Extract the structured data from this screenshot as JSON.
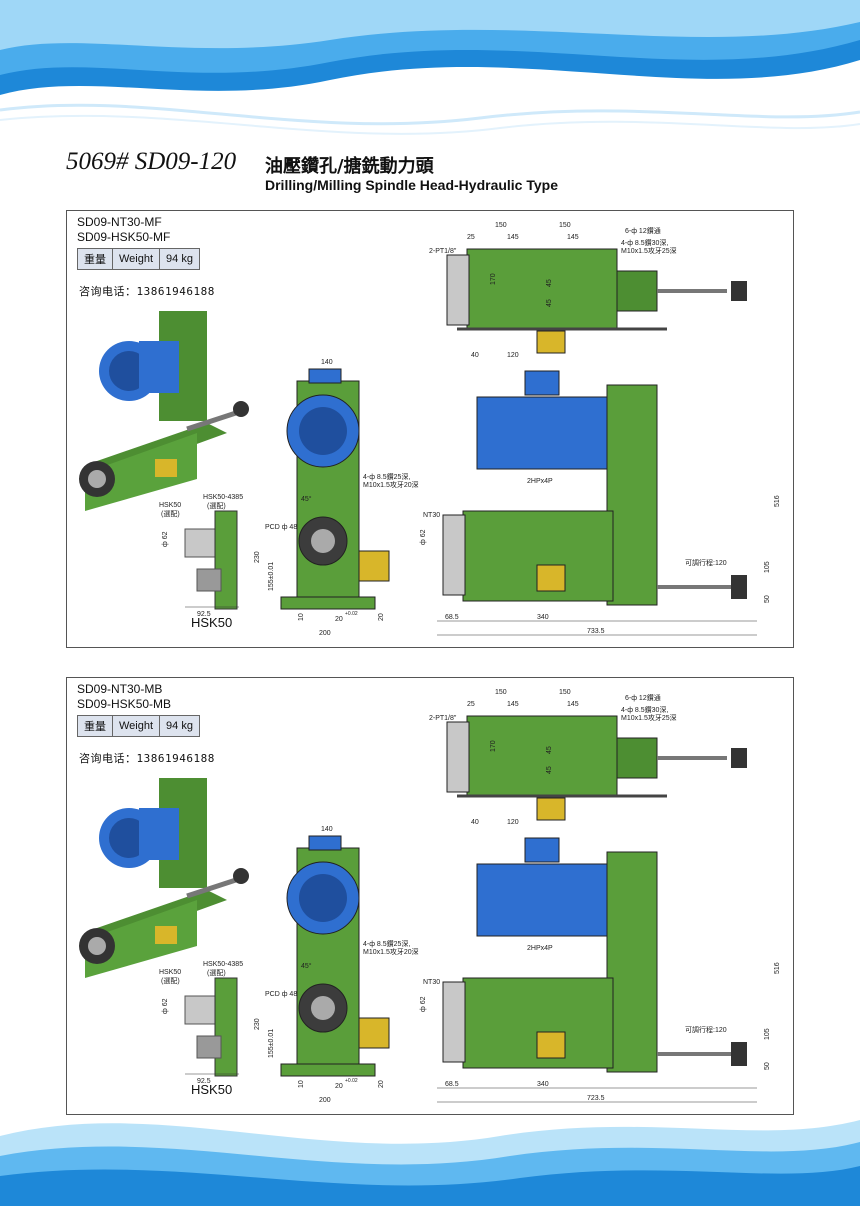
{
  "header": {
    "model_code": "5069# SD09-120",
    "title_zh": "油壓鑽孔/搪銑動力頭",
    "title_en": "Drilling/Milling Spindle Head-Hydraulic Type"
  },
  "colors": {
    "machine_green": "#5a9e3a",
    "motor_blue": "#2f6fd0",
    "valve_yellow": "#d8b62a",
    "table_fill": "#dde3ee"
  },
  "panels": [
    {
      "models": [
        "SD09-NT30-MF",
        "SD09-HSK50-MF"
      ],
      "spec": {
        "label_zh": "重量",
        "label_en": "Weight",
        "value": "94 kg"
      },
      "phone": "咨询电话：13861946188",
      "hsk_label": "HSK50",
      "callouts": {
        "hsk50": "HSK50",
        "hsk50_note": "(選配)",
        "hsk50_4385": "HSK50-4385",
        "hsk50_4385_note": "(選配)",
        "nt30": "NT30",
        "motor": "2HPx4P",
        "pt": "2-PT1/8\"",
        "holes6": "6-ф 12鑽通",
        "holes4_top_a": "4-ф 8.5鑽30深,",
        "holes4_top_b": "M10x1.5攻牙25深",
        "holes4_side_a": "4-ф 8.5鑽25深,",
        "holes4_side_b": "M10x1.5攻牙20深",
        "pcd": "PCD ф 48",
        "stroke": "可調行程:120",
        "angle": "45°"
      },
      "dims": {
        "top_150a": "150",
        "top_150b": "150",
        "top_25": "25",
        "top_145a": "145",
        "top_145b": "145",
        "top_170": "170",
        "top_45a": "45",
        "top_45b": "45",
        "top_40": "40",
        "top_120": "120",
        "front_140": "140",
        "front_230": "230",
        "front_155": "155±0.01",
        "front_10": "10",
        "front_20": "20",
        "front_20tol": "+0.02",
        "front_20b": "20",
        "front_200": "200",
        "d62": "ф 62",
        "hsk_925": "92.5",
        "side_516": "516",
        "side_105": "105",
        "side_50": "50",
        "side_685": "68.5",
        "side_340": "340",
        "side_total": "733.5"
      }
    },
    {
      "models": [
        "SD09-NT30-MB",
        "SD09-HSK50-MB"
      ],
      "spec": {
        "label_zh": "重量",
        "label_en": "Weight",
        "value": "94 kg"
      },
      "phone": "咨询电话：13861946188",
      "hsk_label": "HSK50",
      "callouts": {
        "hsk50": "HSK50",
        "hsk50_note": "(選配)",
        "hsk50_4385": "HSK50-4385",
        "hsk50_4385_note": "(選配)",
        "nt30": "NT30",
        "motor": "2HPx4P",
        "pt": "2-PT1/8\"",
        "holes6": "6-ф 12鑽通",
        "holes4_top_a": "4-ф 8.5鑽30深,",
        "holes4_top_b": "M10x1.5攻牙25深",
        "holes4_side_a": "4-ф 8.5鑽25深,",
        "holes4_side_b": "M10x1.5攻牙20深",
        "pcd": "PCD ф 48",
        "stroke": "可調行程:120",
        "angle": "45°"
      },
      "dims": {
        "top_150a": "150",
        "top_150b": "150",
        "top_25": "25",
        "top_145a": "145",
        "top_145b": "145",
        "top_170": "170",
        "top_45a": "45",
        "top_45b": "45",
        "top_40": "40",
        "top_120": "120",
        "front_140": "140",
        "front_230": "230",
        "front_155": "155±0.01",
        "front_10": "10",
        "front_20": "20",
        "front_20tol": "+0.02",
        "front_20b": "20",
        "front_200": "200",
        "d62": "ф 62",
        "hsk_925": "92.5",
        "side_516": "516",
        "side_105": "105",
        "side_50": "50",
        "side_685": "68.5",
        "side_340": "340",
        "side_total": "723.5"
      }
    }
  ]
}
